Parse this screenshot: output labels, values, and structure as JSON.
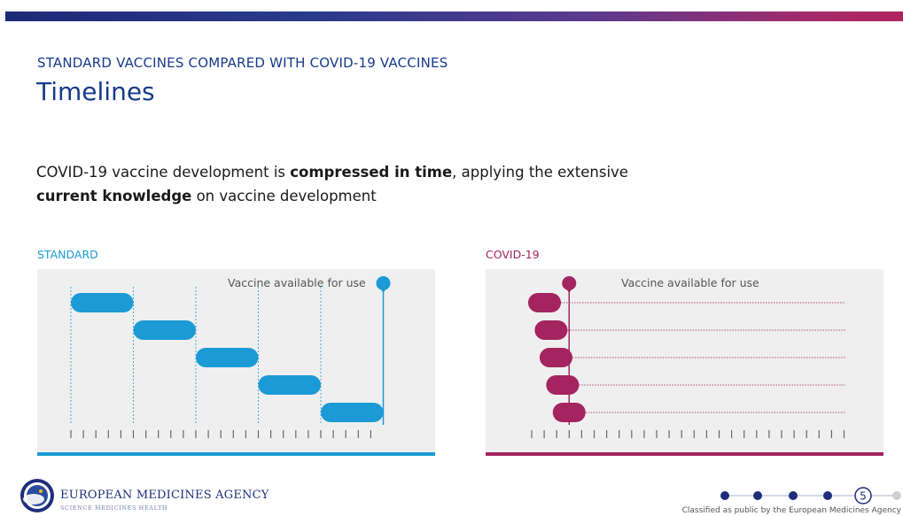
{
  "header": {
    "subtitle": "STANDARD VACCINES COMPARED WITH COVID-19 VACCINES",
    "title": "Timelines"
  },
  "intro": {
    "part1": "COVID-19 vaccine development is ",
    "bold1": "compressed in time",
    "part2": ", applying the extensive ",
    "bold2": "current knowledge",
    "part3": " on vaccine development"
  },
  "colors": {
    "brand_blue": "#173a8a",
    "standard": "#1b9ad6",
    "covid": "#a3245f"
  },
  "standard": {
    "label": "STANDARD",
    "availability_label": "Vaccine available for use",
    "phases": 5,
    "phase_schedule": [
      {
        "start": 0,
        "end": 1
      },
      {
        "start": 1,
        "end": 2
      },
      {
        "start": 2,
        "end": 3
      },
      {
        "start": 3,
        "end": 4
      },
      {
        "start": 4,
        "end": 5
      }
    ],
    "available_at": 5
  },
  "covid": {
    "label": "COVID-19",
    "availability_label": "Vaccine available for use",
    "phase_schedule": [
      {
        "start": 0,
        "end": 1
      },
      {
        "start": 0.2,
        "end": 1.2
      },
      {
        "start": 0.35,
        "end": 1.35
      },
      {
        "start": 0.55,
        "end": 1.55
      },
      {
        "start": 0.75,
        "end": 1.75
      }
    ],
    "available_at": 1.25
  },
  "footer": {
    "agency_name": "EUROPEAN MEDICINES AGENCY",
    "agency_tagline": "SCIENCE  MEDICINES  HEALTH",
    "page_number": "5",
    "classification": "Classified as public by the European Medicines Agency"
  }
}
